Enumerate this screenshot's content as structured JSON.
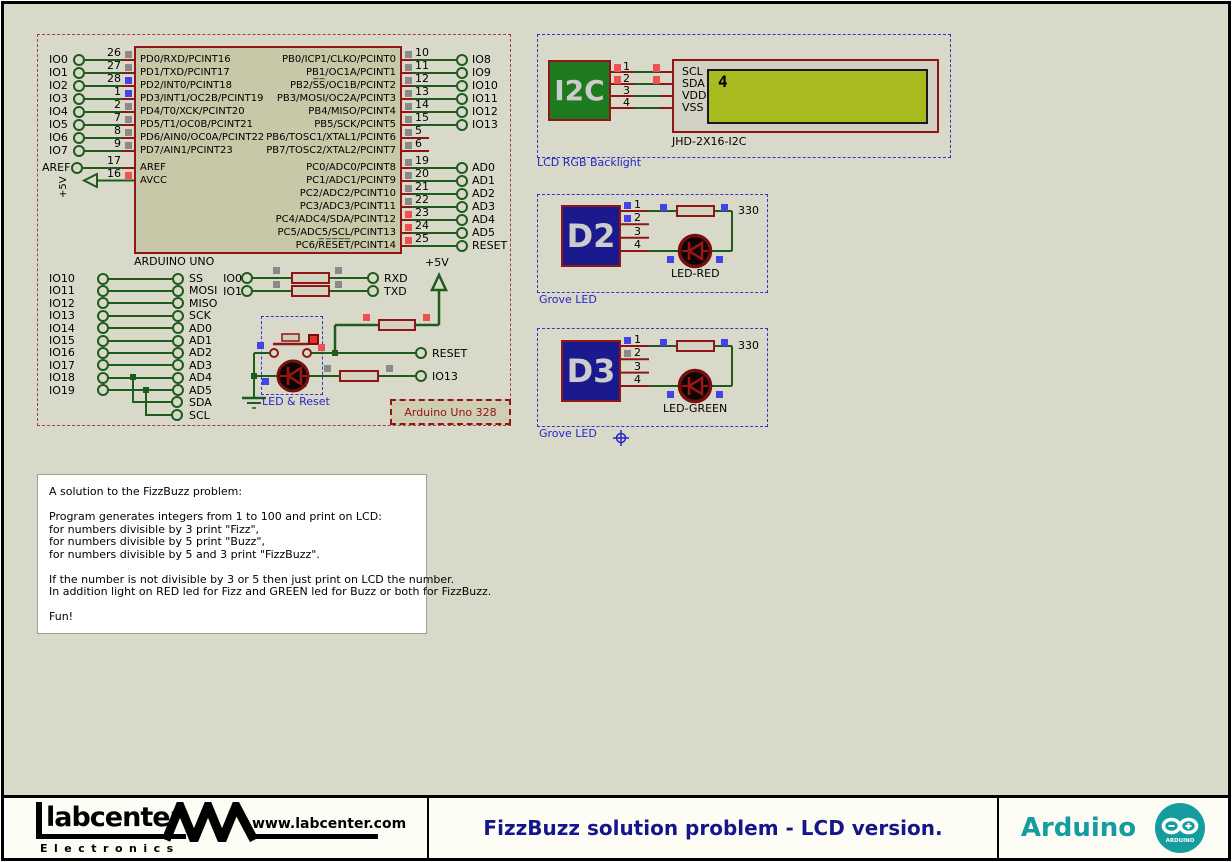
{
  "colors": {
    "sheet_bg": "#d9d9c9",
    "wire_green": "#1d5c1d",
    "component_maroon": "#8e1616",
    "screen_green": "#a8ba1e",
    "annotation_blue": "#2626c8",
    "title_navy": "#16168c",
    "accent_teal": "#149c9e"
  },
  "titlebar": {
    "brand": "labcenter",
    "brand_sub": "Electronics",
    "website": "www.labcenter.com",
    "title": "FizzBuzz solution problem - LCD version.",
    "platform": "Arduino",
    "platform_logo_text": "ARDUINO"
  },
  "arduino": {
    "chip_label": "ARDUINO UNO",
    "board_label": "Arduino Uno 328",
    "power_label": "+5V",
    "reset_label": "RESET",
    "io13_label": "IO13",
    "led_reset_caption": "LED & Reset",
    "sda_label": "SDA",
    "scl_label": "SCL",
    "left_pins": [
      {
        "io": "IO0",
        "num": "26",
        "sq": "gray",
        "name": "PD0/RXD/PCINT16"
      },
      {
        "io": "IO1",
        "num": "27",
        "sq": "gray",
        "name": "PD1/TXD/PCINT17"
      },
      {
        "io": "IO2",
        "num": "28",
        "sq": "blue",
        "name": "PD2/INT0/PCINT18"
      },
      {
        "io": "IO3",
        "num": "1",
        "sq": "blue",
        "name": "PD3/INT1/OC2B/PCINT19"
      },
      {
        "io": "IO4",
        "num": "2",
        "sq": "gray",
        "name": "PD4/T0/XCK/PCINT20"
      },
      {
        "io": "IO5",
        "num": "7",
        "sq": "gray",
        "name": "PD5/T1/OC0B/PCINT21"
      },
      {
        "io": "IO6",
        "num": "8",
        "sq": "gray",
        "name": "PD6/AIN0/OC0A/PCINT22"
      },
      {
        "io": "IO7",
        "num": "9",
        "sq": "gray",
        "name": "PD7/AIN1/PCINT23"
      }
    ],
    "aref": {
      "io": "AREF",
      "num": "17",
      "name": "AREF"
    },
    "avcc": {
      "io": "+5V",
      "num": "16",
      "sq": "red",
      "name": "AVCC"
    },
    "pb_pins": [
      {
        "num": "10",
        "sq": "gray",
        "io": "IO8",
        "name": "PB0/ICP1/CLKO/PCINT0"
      },
      {
        "num": "11",
        "sq": "gray",
        "io": "IO9",
        "name": "PB1/OC1A/PCINT1"
      },
      {
        "num": "12",
        "sq": "gray",
        "io": "IO10",
        "name": "PB2/S̅S̅/OC1B/PCINT2"
      },
      {
        "num": "13",
        "sq": "gray",
        "io": "IO11",
        "name": "PB3/MOSI/OC2A/PCINT3"
      },
      {
        "num": "14",
        "sq": "gray",
        "io": "IO12",
        "name": "PB4/MISO/PCINT4"
      },
      {
        "num": "15",
        "sq": "gray",
        "io": "IO13",
        "name": "PB5/SCK/PCINT5"
      }
    ],
    "pb_stub_pins": [
      {
        "num": "5",
        "sq": "gray",
        "name": "PB6/TOSC1/XTAL1/PCINT6"
      },
      {
        "num": "6",
        "sq": "gray",
        "name": "PB7/TOSC2/XTAL2/PCINT7"
      }
    ],
    "pc_pins": [
      {
        "num": "19",
        "sq": "gray",
        "io": "AD0",
        "name": "PC0/ADC0/PCINT8"
      },
      {
        "num": "20",
        "sq": "gray",
        "io": "AD1",
        "name": "PC1/ADC1/PCINT9"
      },
      {
        "num": "21",
        "sq": "gray",
        "io": "AD2",
        "name": "PC2/ADC2/PCINT10"
      },
      {
        "num": "22",
        "sq": "gray",
        "io": "AD3",
        "name": "PC3/ADC3/PCINT11"
      },
      {
        "num": "23",
        "sq": "red",
        "io": "AD4",
        "name": "PC4/ADC4/SDA/PCINT12"
      },
      {
        "num": "24",
        "sq": "red",
        "io": "AD5",
        "name": "PC5/ADC5/SCL/PCINT13"
      },
      {
        "num": "25",
        "sq": "red",
        "io": "RESET",
        "name": "PC6/R̅E̅S̅E̅T̅/PCINT14"
      }
    ],
    "spi_rows": [
      {
        "l": "IO10",
        "r": "SS"
      },
      {
        "l": "IO11",
        "r": "MOSI"
      },
      {
        "l": "IO12",
        "r": "MISO"
      },
      {
        "l": "IO13",
        "r": "SCK"
      },
      {
        "l": "IO14",
        "r": "AD0"
      },
      {
        "l": "IO15",
        "r": "AD1"
      },
      {
        "l": "IO16",
        "r": "AD2"
      },
      {
        "l": "IO17",
        "r": "AD3"
      },
      {
        "l": "IO18",
        "r": "AD4"
      },
      {
        "l": "IO19",
        "r": "AD5"
      }
    ],
    "serial_rows": [
      {
        "l": "IO0",
        "r": "RXD"
      },
      {
        "l": "IO1",
        "r": "TXD"
      }
    ]
  },
  "lcd": {
    "caption": "LCD RGB Backlight",
    "chip": "I2C",
    "part": "JHD-2X16-I2C",
    "display_text": "4",
    "pins": [
      {
        "num": "1",
        "sq": "red",
        "sq2": "red"
      },
      {
        "num": "2",
        "sq": "red",
        "sq2": "red"
      },
      {
        "num": "3"
      },
      {
        "num": "4"
      }
    ],
    "pin_labels": [
      "SCL",
      "SDA",
      "VDD",
      "VSS"
    ]
  },
  "groves": {
    "caption": "Grove LED",
    "d2": {
      "chip": "D2",
      "resistor": "330",
      "led": "LED-RED",
      "pins": [
        {
          "num": "1",
          "sq": "blue"
        },
        {
          "num": "2",
          "sq": "blue"
        },
        {
          "num": "3"
        },
        {
          "num": "4"
        }
      ]
    },
    "d3": {
      "chip": "D3",
      "resistor": "330",
      "led": "LED-GREEN",
      "pins": [
        {
          "num": "1",
          "sq": "blue"
        },
        {
          "num": "2",
          "sq": "gray"
        },
        {
          "num": "3"
        },
        {
          "num": "4"
        }
      ]
    }
  },
  "note": {
    "lines": [
      "A solution to the FizzBuzz problem:",
      "",
      "Program generates integers from 1 to 100 and print on LCD:",
      "for numbers divisible by 3 print \"Fizz\",",
      "for numbers divisible by 5 print \"Buzz\",",
      "for numbers divisible by 5 and 3 print \"FizzBuzz\".",
      "",
      "If the number is not divisible by 3 or 5 then just print on LCD the number.",
      "In addition light on RED led for Fizz and GREEN led for Buzz or both for FizzBuzz.",
      "",
      "Fun!"
    ]
  }
}
